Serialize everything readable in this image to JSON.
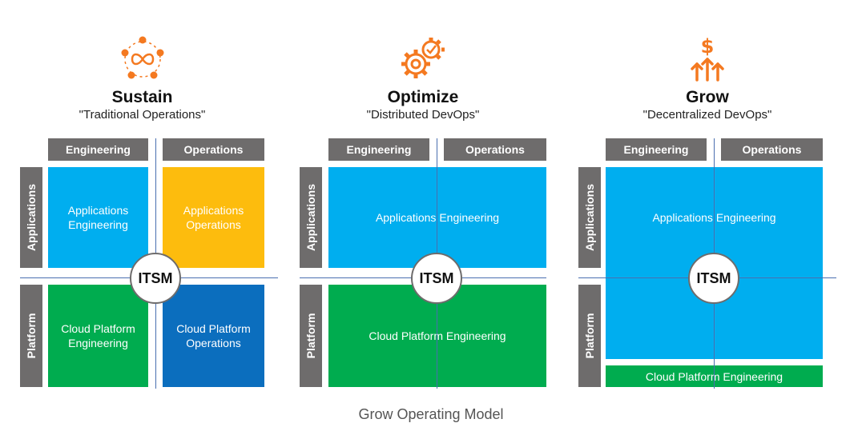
{
  "caption": "Grow Operating Model",
  "colors": {
    "accent_orange": "#f47920",
    "header_gray": "#6e6c6c",
    "blue": "#00aeef",
    "gold": "#fdbc0d",
    "green": "#00ac4f",
    "navy": "#0b6ebe"
  },
  "headers": {
    "engineering": "Engineering",
    "operations": "Operations",
    "applications": "Applications",
    "platform": "Platform"
  },
  "itsm": "ITSM",
  "panels": {
    "sustain": {
      "icon": "infinity-cycle-icon",
      "title": "Sustain",
      "subtitle": "\"Traditional Operations\"",
      "tiles": {
        "app_eng_1": "Applications",
        "app_eng_2": "Engineering",
        "app_ops_1": "Applications",
        "app_ops_2": "Operations",
        "plat_eng_1": "Cloud Platform",
        "plat_eng_2": "Engineering",
        "plat_ops_1": "Cloud Platform",
        "plat_ops_2": "Operations"
      }
    },
    "optimize": {
      "icon": "gears-check-icon",
      "title": "Optimize",
      "subtitle": "\"Distributed DevOps\"",
      "tiles": {
        "applications": "Applications Engineering",
        "platform": "Cloud Platform Engineering"
      }
    },
    "grow": {
      "icon": "dollar-arrows-up-icon",
      "title": "Grow",
      "subtitle": "\"Decentralized DevOps\"",
      "tiles": {
        "applications": "Applications Engineering",
        "platform": "Cloud Platform Engineering"
      }
    }
  }
}
